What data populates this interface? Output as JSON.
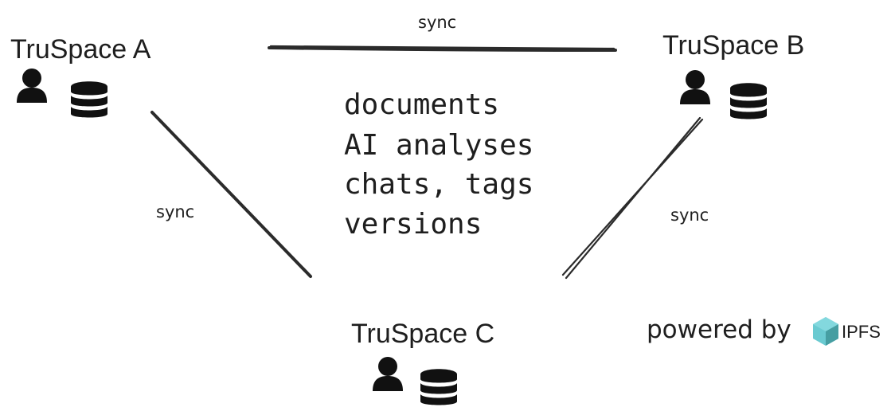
{
  "nodes": {
    "a": {
      "title": "TruSpace A",
      "icons": [
        "user-icon",
        "database-icon"
      ]
    },
    "b": {
      "title": "TruSpace B",
      "icons": [
        "user-icon",
        "database-icon"
      ]
    },
    "c": {
      "title": "TruSpace C",
      "icons": [
        "user-icon",
        "database-icon"
      ]
    }
  },
  "edges": {
    "a_b": {
      "label": "sync"
    },
    "a_c": {
      "label": "sync"
    },
    "b_c": {
      "label": "sync"
    }
  },
  "synced_content": [
    "documents",
    "AI analyses",
    "chats, tags",
    "versions"
  ],
  "footer": {
    "powered_by": "powered by",
    "brand": "IPFS",
    "brand_icon": "ipfs-cube-icon"
  },
  "colors": {
    "ink": "#1e1e1e",
    "ipfs_teal": "#6acad1",
    "ipfs_teal_dark": "#469ea2"
  }
}
